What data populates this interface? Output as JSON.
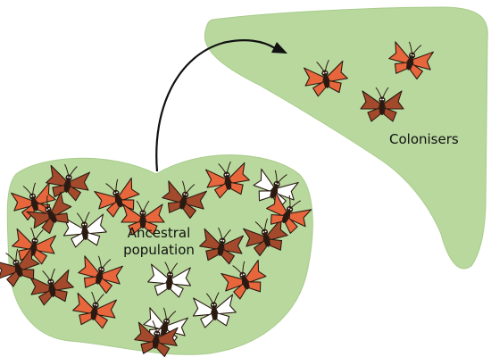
{
  "labels": {
    "ancestral_line1": "Ancestral",
    "ancestral_line2": "population",
    "colonisers": "Colonisers"
  },
  "colors": {
    "region_fill": "#b8d89e",
    "region_edge": "#a9cc8c",
    "orange": "#e8663c",
    "brown": "#a44a2c",
    "white": "#ffffff",
    "outline": "#2b1a12",
    "arrow": "#111111"
  },
  "butterflies": {
    "ancestral": [
      "orange",
      "brown",
      "orange",
      "brown",
      "orange",
      "white",
      "white",
      "orange",
      "brown",
      "brown",
      "orange",
      "brown",
      "white",
      "orange",
      "orange",
      "white",
      "white",
      "brown",
      "orange",
      "brown",
      "orange",
      "brown"
    ],
    "colonisers": [
      "orange",
      "orange",
      "brown"
    ]
  }
}
